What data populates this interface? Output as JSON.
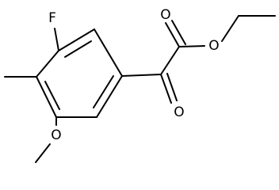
{
  "structure": {
    "atoms": {
      "fluorine": "F",
      "carbonyl_oxygen_top": "O",
      "ester_oxygen": "O",
      "ketone_oxygen": "O",
      "methoxy_oxygen": "O"
    }
  }
}
